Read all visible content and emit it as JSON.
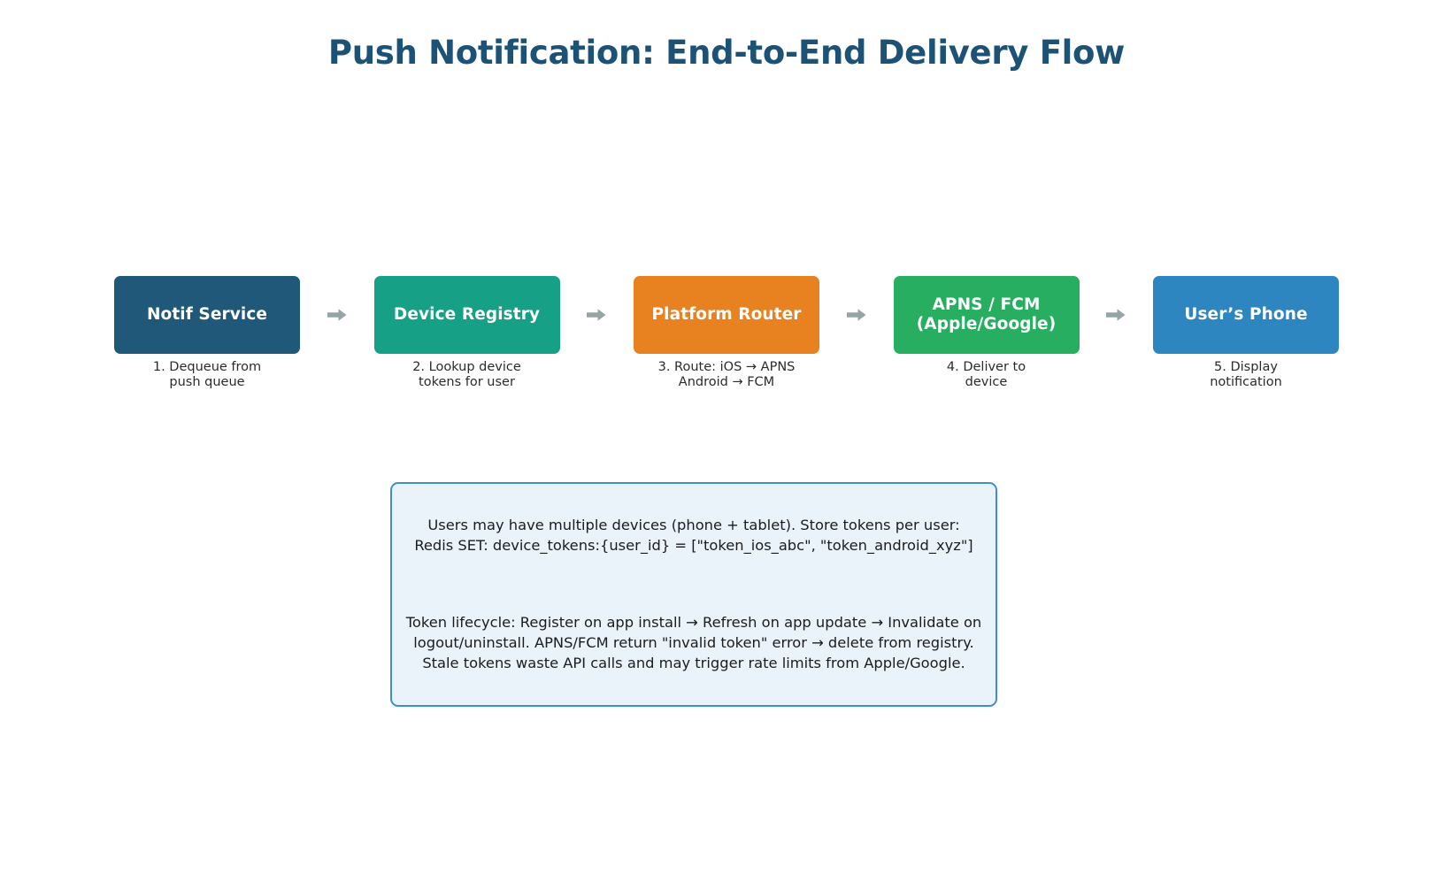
{
  "title": "Push Notification: End-to-End Delivery Flow",
  "colors": {
    "title": "#1b5276",
    "notif_service": "#1f5878",
    "device_registry": "#16a085",
    "platform_router": "#e8811f",
    "apns_fcm": "#27ae60",
    "users_phone": "#2e86c1",
    "arrow": "#95a5a6",
    "note_bg": "#eaf2fa",
    "note_border": "#3f8fcc",
    "caption_text": "#2b2b2b"
  },
  "flow": {
    "arrow_icon": "arrow-right-icon",
    "nodes": [
      {
        "id": "notif-service",
        "label": "Notif\nService",
        "caption": "1. Dequeue from\npush queue",
        "color": "#1f5878"
      },
      {
        "id": "device-registry",
        "label": "Device\nRegistry",
        "caption": "2. Lookup device\ntokens for user",
        "color": "#16a085"
      },
      {
        "id": "platform-router",
        "label": "Platform\nRouter",
        "caption": "3. Route: iOS → APNS\nAndroid → FCM",
        "color": "#e8811f"
      },
      {
        "id": "apns-fcm",
        "label": "APNS / FCM\n(Apple/Google)",
        "caption": "4. Deliver to\ndevice",
        "color": "#27ae60"
      },
      {
        "id": "users-phone",
        "label": "User’s\nPhone",
        "caption": "5. Display\nnotification",
        "color": "#2e86c1"
      }
    ]
  },
  "note": {
    "paragraph1": "Users may have multiple devices (phone + tablet). Store tokens per user:\nRedis SET: device_tokens:{user_id} = [\"token_ios_abc\", \"token_android_xyz\"]",
    "paragraph2": "Token lifecycle: Register on app install → Refresh on app update → Invalidate on\nlogout/uninstall. APNS/FCM return \"invalid token\" error → delete from registry.\nStale tokens waste API calls and may trigger rate limits from Apple/Google."
  }
}
